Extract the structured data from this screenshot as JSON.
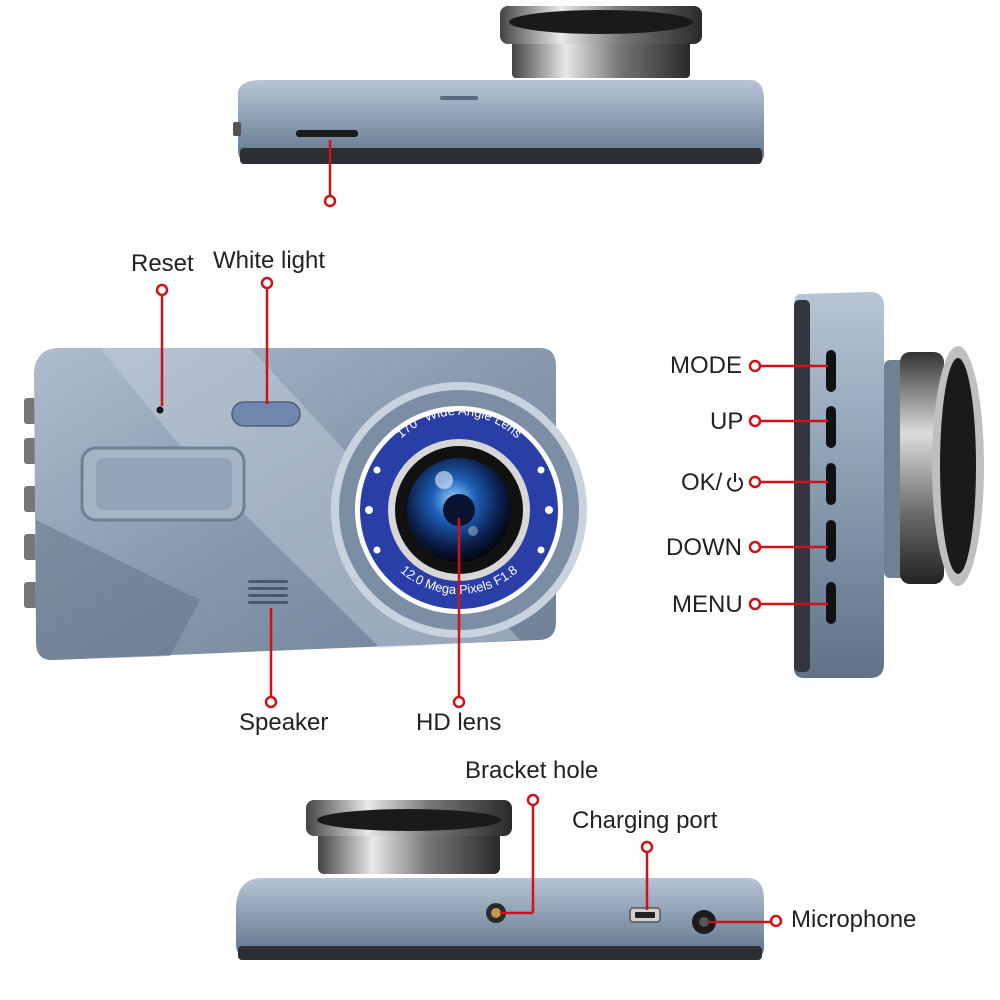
{
  "labels": {
    "reset": "Reset",
    "white_light": "White light",
    "speaker": "Speaker",
    "hd_lens": "HD lens",
    "mode": "MODE",
    "up": "UP",
    "ok": "OK/",
    "down": "DOWN",
    "menu": "MENU",
    "bracket_hole": "Bracket hole",
    "charging_port": "Charging port",
    "microphone": "Microphone"
  },
  "lens_ring": {
    "top_text": "170° Wide Angle Lens",
    "bottom_text": "12.0 Mega Pixels F1.8"
  },
  "colors": {
    "callout": "#d0101a",
    "body": "#8e9fb3",
    "ring": "#2a3ea8",
    "label": "#222222"
  }
}
